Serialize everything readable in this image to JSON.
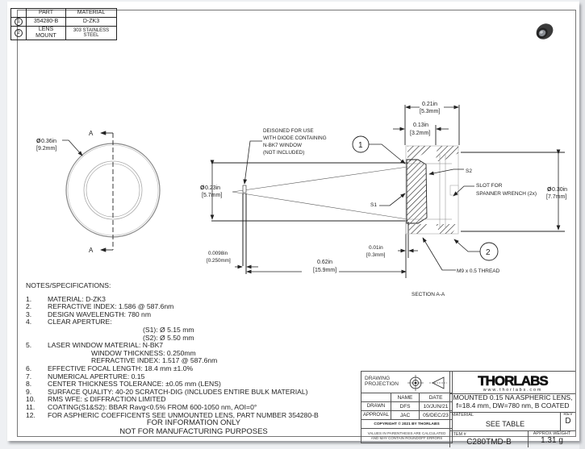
{
  "parts_table": {
    "headers": [
      "",
      "PART",
      "MATERIAL"
    ],
    "rows": [
      {
        "item": "1",
        "part": "354280-B",
        "material": "D-ZK3"
      },
      {
        "item": "2",
        "part": "LENS MOUNT",
        "material_line1": "303 STAINLESS",
        "material_line2": "STEEL"
      }
    ]
  },
  "front_view": {
    "section_marker": "A",
    "diameter_in": "0.36in",
    "diameter_mm": "[9.2mm]"
  },
  "section_view": {
    "title": "SECTION A-A",
    "window_note": [
      "DEISGNED FOR USE",
      "WITH DIODE CONTAINING",
      "N-BK7 WINDOW",
      "(NOT INCLUDED)"
    ],
    "dim_beam_in": "0.23in",
    "dim_beam_mm": "[5.7mm]",
    "dim_window_in": "0.0098in",
    "dim_window_mm": "[0.250mm]",
    "dim_distance_in": "0.62in",
    "dim_distance_mm": "[15.9mm]",
    "dim_gap_in": "0.01in",
    "dim_gap_mm": "[0.3mm]",
    "dim_total_in": "0.21in",
    "dim_total_mm": "[5.3mm]",
    "dim_lens_in": "0.13in",
    "dim_lens_mm": "[3.2mm]",
    "dim_outer_in": "0.30in",
    "dim_outer_mm": "[7.7mm]",
    "label_s1": "S1",
    "label_s2": "S2",
    "slot_note": [
      "SLOT FOR",
      "SPANNER WRENCH (2x)"
    ],
    "thread_note": "M9 x 0.5 THREAD",
    "balloon_1": "1",
    "balloon_2": "2",
    "diameter_symbol": "Ø"
  },
  "notes": {
    "heading": "NOTES/SPECIFICATIONS:",
    "items": [
      {
        "num": "1.",
        "text": "MATERIAL: D-ZK3"
      },
      {
        "num": "2.",
        "text": "REFRACTIVE INDEX: 1.586 @ 587.6nm"
      },
      {
        "num": "3.",
        "text": "DESIGN WAVELENGTH: 780 nm"
      },
      {
        "num": "4.",
        "text": "CLEAR APERTURE:"
      },
      {
        "num": "",
        "text": "(S1): Ø 5.15 mm",
        "indent": "sub1"
      },
      {
        "num": "",
        "text": "(S2): Ø 5.50 mm",
        "indent": "sub1"
      },
      {
        "num": "5.",
        "text": "LASER WINDOW MATERIAL: N-BK7"
      },
      {
        "num": "",
        "text": "WINDOW THICKNESS: 0.250mm",
        "indent": "sub2"
      },
      {
        "num": "",
        "text": "REFRACTIVE INDEX: 1.517 @ 587.6nm",
        "indent": "sub2"
      },
      {
        "num": "6.",
        "text": "EFFECTIVE FOCAL LENGTH: 18.4 mm ±1.0%"
      },
      {
        "num": "7.",
        "text": "NUMERICAL APERTURE: 0.15"
      },
      {
        "num": "8.",
        "text": "CENTER THICKNESS TOLERANCE: ±0.05 mm (LENS)"
      },
      {
        "num": "9.",
        "text": "SURFACE QUALITY: 40-20 SCRATCH-DIG (INCLUDES ENTIRE BULK MATERIAL)"
      },
      {
        "num": "10.",
        "text": "RMS WFE: ≤ DIFFRACTION LIMITED"
      },
      {
        "num": "11.",
        "text": "COATING(S1&S2): BBAR Ravg<0.5% FROM 600-1050 nm, AOI=0°"
      },
      {
        "num": "12.",
        "text": "FOR ASPHERIC COEFFICENTS SEE UNMOUNTED LENS, PART NUMBER 354280-B"
      }
    ]
  },
  "disclaimer": {
    "line1": "FOR INFORMATION ONLY",
    "line2": "NOT FOR MANUFACTURING PURPOSES"
  },
  "title_block": {
    "projection_label_1": "DRAWING",
    "projection_label_2": "PROJECTION",
    "col_name": "NAME",
    "col_date": "DATE",
    "drawn_label": "DRAWN",
    "drawn_name": "DFS",
    "drawn_date": "10/JUN/21",
    "approval_label": "APPROVAL",
    "approval_name": "JAC",
    "approval_date": "05/DEC/23",
    "copyright": "COPYRIGHT © 2021 BY THORLABS",
    "values_note_1": "VALUES IN PARENTHESIS ARE CALCULATED",
    "values_note_2": "AND MAY CONTAIN ROUNDOFF ERRORS",
    "logo": "THORLABS",
    "website": "www.thorlabs.com",
    "description_1": "MOUNTED 0.15 NA ASPHERIC LENS,",
    "description_2": "f=18.4 mm, DW=780 nm, B COATED",
    "material_label": "MATERIAL",
    "material_value": "SEE TABLE",
    "rev_label": "REV",
    "rev_value": "D",
    "item_label": "ITEM #",
    "item_value": "C280TMD-B",
    "weight_label": "APPROX WEIGHT",
    "weight_value": "1.31 g"
  }
}
